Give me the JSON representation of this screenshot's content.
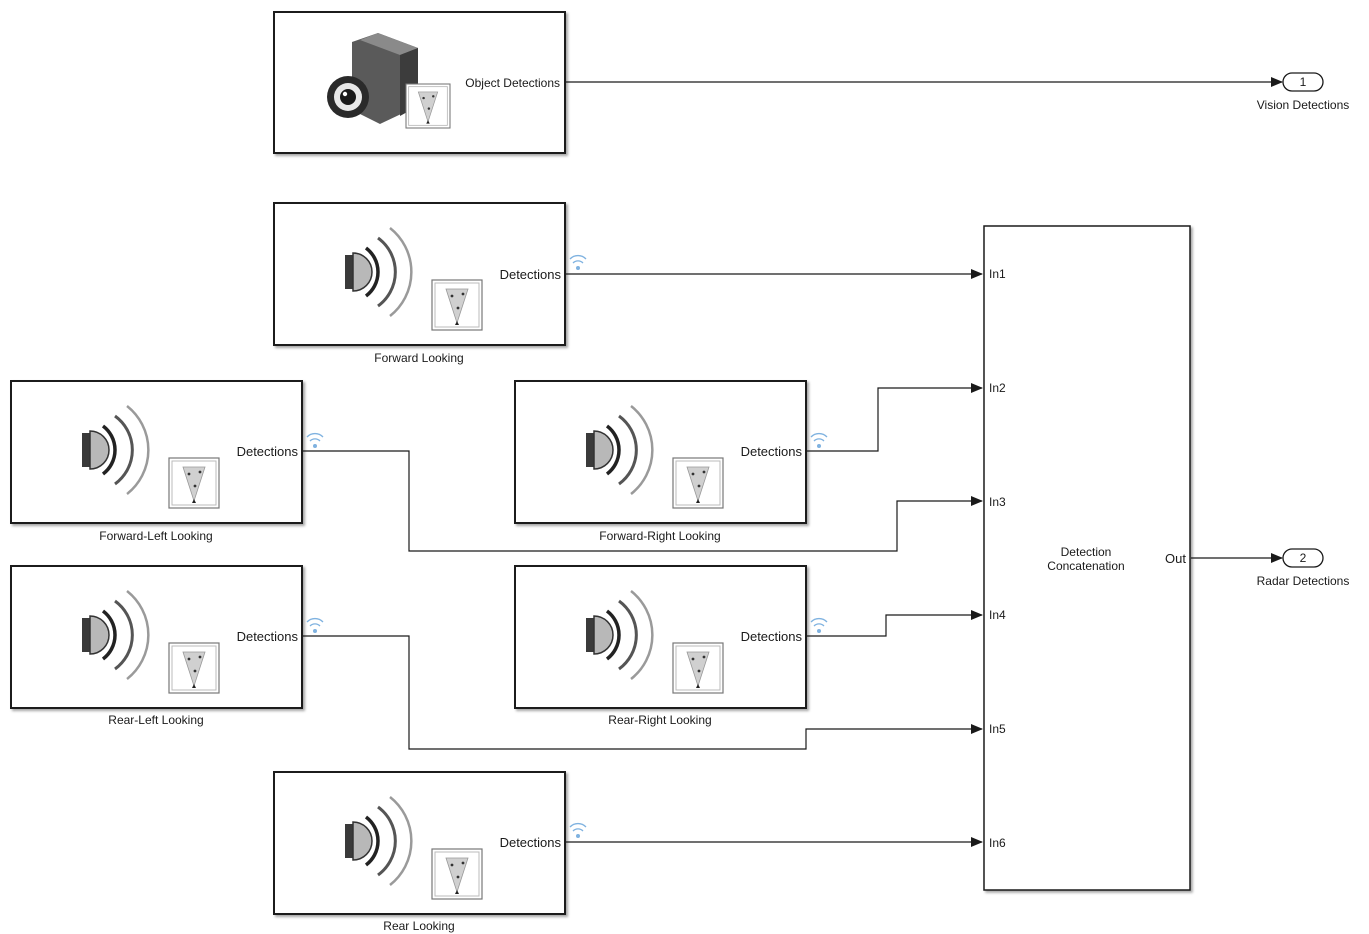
{
  "vision_sensor": {
    "output_label": "Object Detections",
    "icon": "camera-icon"
  },
  "radar_sensors": [
    {
      "name": "Forward Looking",
      "output_label": "Detections",
      "icon": "radar-icon"
    },
    {
      "name": "Forward-Left Looking",
      "output_label": "Detections",
      "icon": "radar-icon"
    },
    {
      "name": "Forward-Right Looking",
      "output_label": "Detections",
      "icon": "radar-icon"
    },
    {
      "name": "Rear-Left Looking",
      "output_label": "Detections",
      "icon": "radar-icon"
    },
    {
      "name": "Rear-Right Looking",
      "output_label": "Detections",
      "icon": "radar-icon"
    },
    {
      "name": "Rear Looking",
      "output_label": "Detections",
      "icon": "radar-icon"
    }
  ],
  "concatenation": {
    "title_line1": "Detection",
    "title_line2": "Concatenation",
    "inputs": [
      "In1",
      "In2",
      "In3",
      "In4",
      "In5",
      "In6"
    ],
    "output": "Out"
  },
  "outports": [
    {
      "number": "1",
      "label": "Vision Detections"
    },
    {
      "number": "2",
      "label": "Radar Detections"
    }
  ],
  "colors": {
    "block_border": "#1a1a1a",
    "line": "#1a1a1a",
    "signal_icon": "#7fb2e0"
  }
}
